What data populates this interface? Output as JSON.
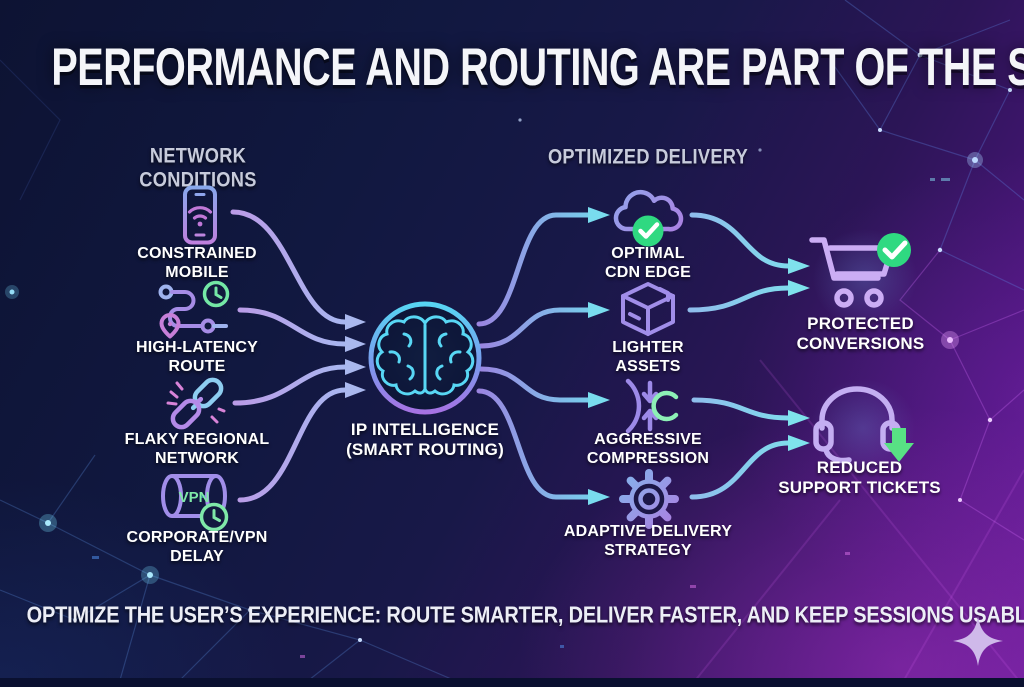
{
  "title": "PERFORMANCE AND ROUTING ARE PART OF THE STORY TOO",
  "headers": {
    "left": "NETWORK CONDITIONS",
    "right": "OPTIMIZED DELIVERY"
  },
  "center_node": {
    "label": "IP INTELLIGENCE\n(SMART ROUTING)",
    "icon": "brain-icon"
  },
  "network_conditions": [
    {
      "label": "CONSTRAINED\nMOBILE",
      "icon": "mobile-wifi-icon"
    },
    {
      "label": "HIGH-LATENCY\nROUTE",
      "icon": "latency-route-clock-icon"
    },
    {
      "label": "FLAKY REGIONAL\nNETWORK",
      "icon": "broken-chain-icon"
    },
    {
      "label": "CORPORATE/VPN\nDELAY",
      "icon": "vpn-tunnel-clock-icon",
      "badge_text": "VPN"
    }
  ],
  "optimized_delivery": [
    {
      "label": "OPTIMAL\nCDN EDGE",
      "icon": "cloud-check-icon"
    },
    {
      "label": "LIGHTER\nASSETS",
      "icon": "package-box-icon"
    },
    {
      "label": "AGGRESSIVE\nCOMPRESSION",
      "icon": "compress-arrows-icon"
    },
    {
      "label": "ADAPTIVE DELIVERY\nSTRATEGY",
      "icon": "gear-icon"
    }
  ],
  "outcomes": [
    {
      "label": "PROTECTED\nCONVERSIONS",
      "icon": "cart-check-icon"
    },
    {
      "label": "REDUCED\nSUPPORT TICKETS",
      "icon": "headset-down-arrow-icon"
    }
  ],
  "tagline": "OPTIMIZE THE USER’S EXPERIENCE: ROUTE SMARTER, DELIVER FASTER, AND KEEP SESSIONS USABLE",
  "logo": {
    "icon": "sparkle-logo"
  },
  "colors": {
    "background_navy": "#101739",
    "background_purple": "#5c1b8a",
    "accent_green": "#2fd981",
    "line_lavender": "#a9b4ee",
    "line_cyan": "#7adcec",
    "brain_cyan": "#58d7f4",
    "text_primary": "#ffffff",
    "text_header": "#c7cbdb"
  }
}
